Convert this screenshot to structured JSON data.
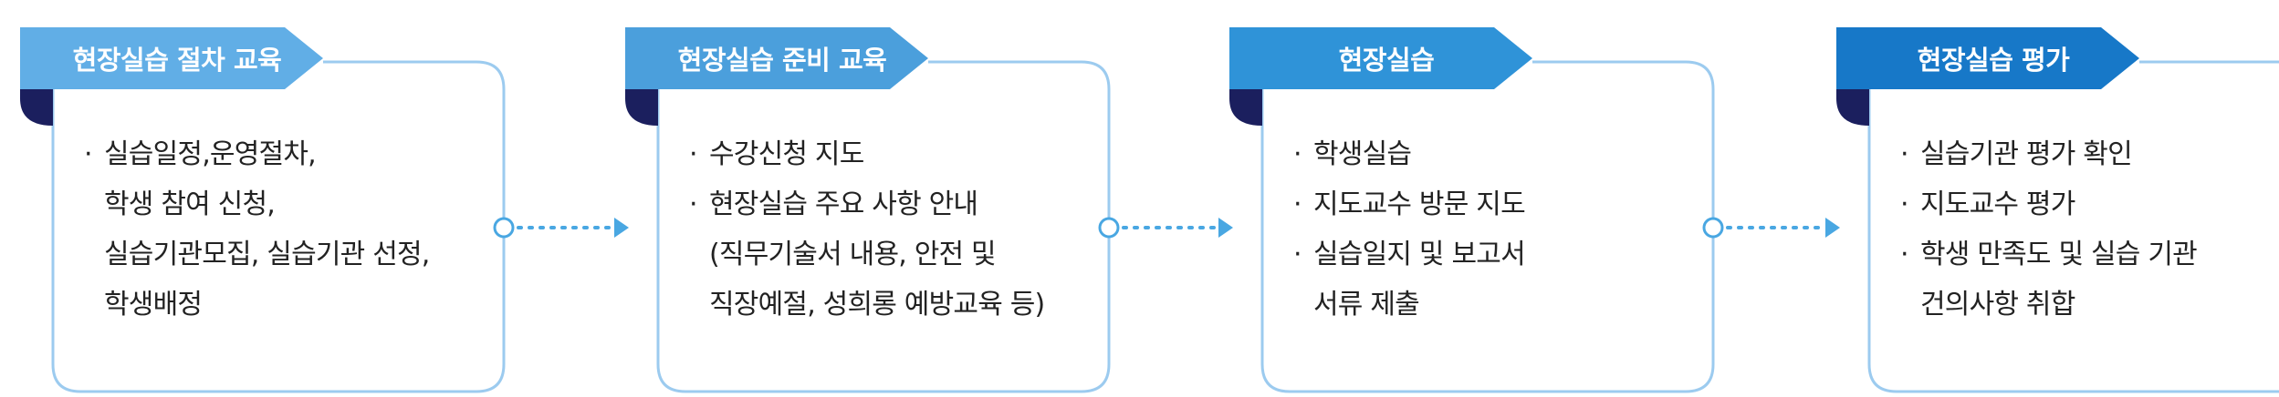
{
  "colors": {
    "tab1": "#61aee6",
    "tab2": "#4b9fdc",
    "tab3": "#2f93d8",
    "tab4": "#1778c8",
    "fold": "#1b1f5e",
    "border": "#9ccbef",
    "connector": "#49a7e2"
  },
  "bullet": "·",
  "steps": [
    {
      "title": "현장실습 절차 교육",
      "items": [
        "실습일정,운영절차,",
        "학생 참여 신청,",
        "실습기관모집, 실습기관 선정,",
        "학생배정"
      ]
    },
    {
      "title": "현장실습 준비 교육",
      "items": [
        "수강신청 지도",
        "현장실습 주요 사항 안내",
        "(직무기술서 내용, 안전 및",
        "직장예절, 성희롱 예방교육 등)"
      ]
    },
    {
      "title": "현장실습",
      "items": [
        "학생실습",
        "지도교수 방문 지도",
        "실습일지 및 보고서",
        "서류 제출"
      ]
    },
    {
      "title": "현장실습 평가",
      "items": [
        "실습기관 평가 확인",
        "지도교수 평가",
        "학생 만족도 및 실습 기관",
        "건의사항 취합"
      ]
    }
  ]
}
